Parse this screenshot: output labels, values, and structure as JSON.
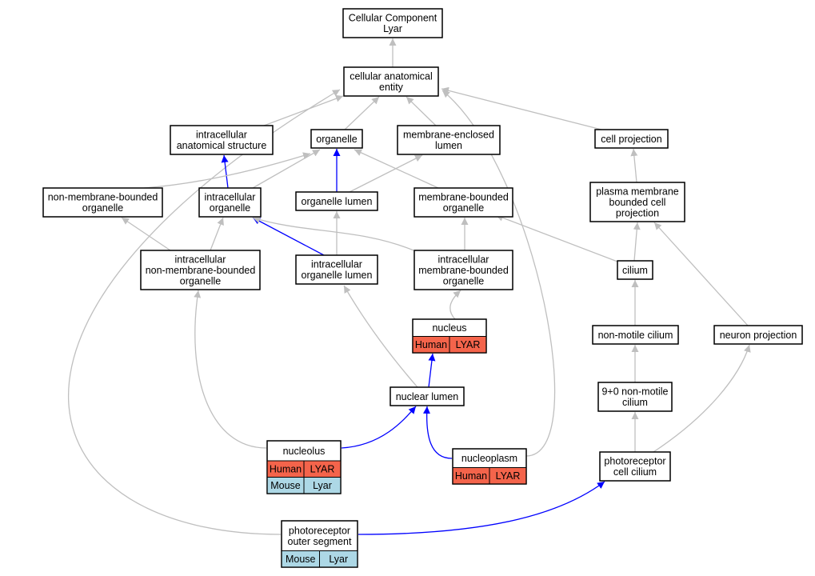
{
  "colors": {
    "is_a_edge": "#bfbfbf",
    "part_of_edge": "#0000ff",
    "human_cell": "#f4644b",
    "mouse_cell": "#add8e6",
    "node_border": "#000000"
  },
  "nodes": {
    "cellular_component": [
      "Cellular Component",
      "Lyar"
    ],
    "cellular_anatomical_entity": [
      "cellular anatomical",
      "entity"
    ],
    "intracellular_anatomical_structure": [
      "intracellular",
      "anatomical structure"
    ],
    "organelle": [
      "organelle"
    ],
    "membrane_enclosed_lumen": [
      "membrane-enclosed",
      "lumen"
    ],
    "cell_projection": [
      "cell projection"
    ],
    "non_membrane_bounded_organelle": [
      "non-membrane-bounded",
      "organelle"
    ],
    "intracellular_organelle": [
      "intracellular",
      "organelle"
    ],
    "organelle_lumen": [
      "organelle lumen"
    ],
    "membrane_bounded_organelle": [
      "membrane-bounded",
      "organelle"
    ],
    "plasma_membrane_bounded_cell_projection": [
      "plasma membrane",
      "bounded cell",
      "projection"
    ],
    "intracellular_non_membrane_bounded_organelle": [
      "intracellular",
      "non-membrane-bounded",
      "organelle"
    ],
    "intracellular_organelle_lumen": [
      "intracellular",
      "organelle lumen"
    ],
    "intracellular_membrane_bounded_organelle": [
      "intracellular",
      "membrane-bounded",
      "organelle"
    ],
    "cilium": [
      "cilium"
    ],
    "nucleus": [
      "nucleus"
    ],
    "non_motile_cilium": [
      "non-motile cilium"
    ],
    "neuron_projection": [
      "neuron projection"
    ],
    "nuclear_lumen": [
      "nuclear lumen"
    ],
    "nine_plus_zero_non_motile_cilium": [
      "9+0 non-motile",
      "cilium"
    ],
    "nucleolus": [
      "nucleolus"
    ],
    "nucleoplasm": [
      "nucleoplasm"
    ],
    "photoreceptor_cell_cilium": [
      "photoreceptor",
      "cell cilium"
    ],
    "photoreceptor_outer_segment": [
      "photoreceptor",
      "outer segment"
    ]
  },
  "annotations": {
    "nucleus": [
      {
        "species": "Human",
        "gene": "LYAR"
      }
    ],
    "nucleolus": [
      {
        "species": "Human",
        "gene": "LYAR"
      },
      {
        "species": "Mouse",
        "gene": "Lyar"
      }
    ],
    "nucleoplasm": [
      {
        "species": "Human",
        "gene": "LYAR"
      }
    ],
    "photoreceptor_outer_segment": [
      {
        "species": "Mouse",
        "gene": "Lyar"
      }
    ]
  },
  "edges": [
    {
      "from": "cellular_anatomical_entity",
      "to": "cellular_component",
      "type": "is_a"
    },
    {
      "from": "intracellular_anatomical_structure",
      "to": "cellular_anatomical_entity",
      "type": "is_a"
    },
    {
      "from": "organelle",
      "to": "cellular_anatomical_entity",
      "type": "is_a"
    },
    {
      "from": "membrane_enclosed_lumen",
      "to": "cellular_anatomical_entity",
      "type": "is_a"
    },
    {
      "from": "cell_projection",
      "to": "cellular_anatomical_entity",
      "type": "is_a"
    },
    {
      "from": "photoreceptor_outer_segment",
      "to": "cellular_anatomical_entity",
      "type": "is_a"
    },
    {
      "from": "nucleoplasm",
      "to": "cellular_anatomical_entity",
      "type": "is_a"
    },
    {
      "from": "intracellular_organelle",
      "to": "intracellular_anatomical_structure",
      "type": "part_of"
    },
    {
      "from": "non_membrane_bounded_organelle",
      "to": "organelle",
      "type": "is_a"
    },
    {
      "from": "intracellular_organelle",
      "to": "organelle",
      "type": "is_a"
    },
    {
      "from": "organelle_lumen",
      "to": "organelle",
      "type": "part_of"
    },
    {
      "from": "membrane_bounded_organelle",
      "to": "organelle",
      "type": "is_a"
    },
    {
      "from": "organelle_lumen",
      "to": "membrane_enclosed_lumen",
      "type": "is_a"
    },
    {
      "from": "plasma_membrane_bounded_cell_projection",
      "to": "cell_projection",
      "type": "is_a"
    },
    {
      "from": "intracellular_non_membrane_bounded_organelle",
      "to": "non_membrane_bounded_organelle",
      "type": "is_a"
    },
    {
      "from": "intracellular_non_membrane_bounded_organelle",
      "to": "intracellular_organelle",
      "type": "is_a"
    },
    {
      "from": "intracellular_organelle_lumen",
      "to": "intracellular_organelle",
      "type": "part_of"
    },
    {
      "from": "intracellular_membrane_bounded_organelle",
      "to": "intracellular_organelle",
      "type": "is_a"
    },
    {
      "from": "intracellular_organelle_lumen",
      "to": "organelle_lumen",
      "type": "is_a"
    },
    {
      "from": "intracellular_membrane_bounded_organelle",
      "to": "membrane_bounded_organelle",
      "type": "is_a"
    },
    {
      "from": "cilium",
      "to": "membrane_bounded_organelle",
      "type": "is_a"
    },
    {
      "from": "cilium",
      "to": "plasma_membrane_bounded_cell_projection",
      "type": "is_a"
    },
    {
      "from": "neuron_projection",
      "to": "plasma_membrane_bounded_cell_projection",
      "type": "is_a"
    },
    {
      "from": "nucleolus",
      "to": "intracellular_non_membrane_bounded_organelle",
      "type": "is_a"
    },
    {
      "from": "nuclear_lumen",
      "to": "intracellular_organelle_lumen",
      "type": "is_a"
    },
    {
      "from": "nucleus",
      "to": "intracellular_membrane_bounded_organelle",
      "type": "is_a"
    },
    {
      "from": "nuclear_lumen",
      "to": "nucleus",
      "type": "part_of"
    },
    {
      "from": "non_motile_cilium",
      "to": "cilium",
      "type": "is_a"
    },
    {
      "from": "nine_plus_zero_non_motile_cilium",
      "to": "non_motile_cilium",
      "type": "is_a"
    },
    {
      "from": "nucleolus",
      "to": "nuclear_lumen",
      "type": "part_of"
    },
    {
      "from": "nucleoplasm",
      "to": "nuclear_lumen",
      "type": "part_of"
    },
    {
      "from": "photoreceptor_cell_cilium",
      "to": "nine_plus_zero_non_motile_cilium",
      "type": "is_a"
    },
    {
      "from": "photoreceptor_cell_cilium",
      "to": "neuron_projection",
      "type": "is_a"
    },
    {
      "from": "photoreceptor_outer_segment",
      "to": "photoreceptor_cell_cilium",
      "type": "part_of"
    }
  ]
}
